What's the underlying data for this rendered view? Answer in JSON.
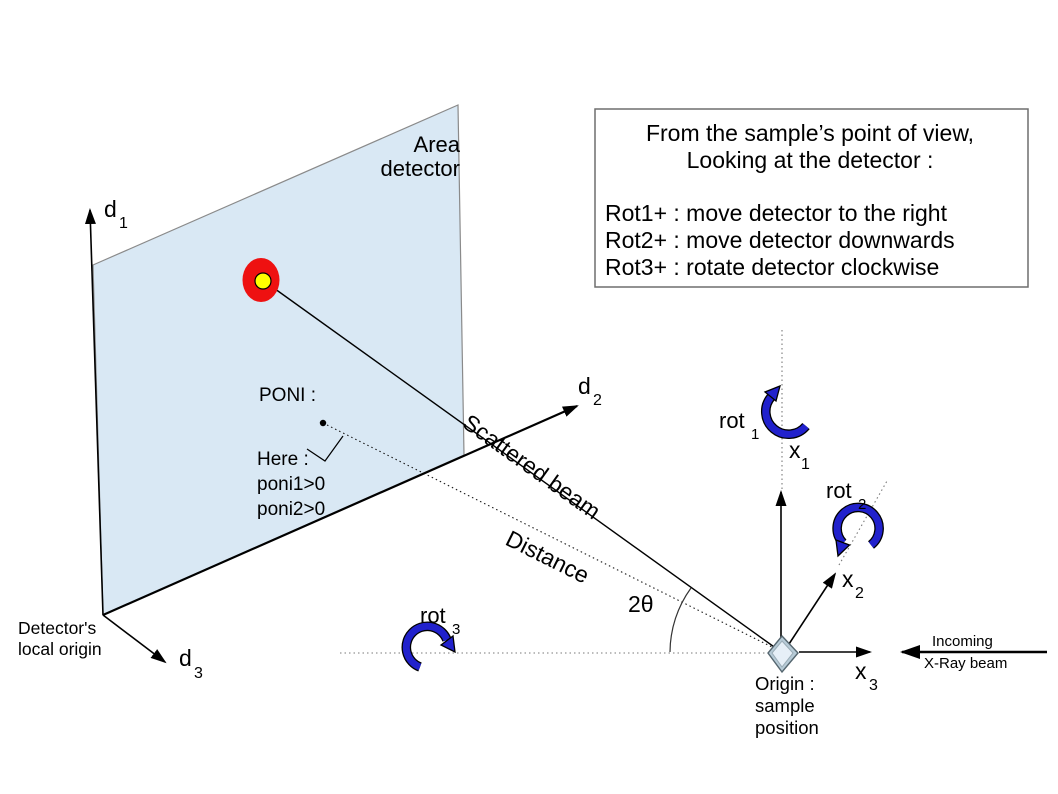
{
  "info_box": {
    "line1": "From the sample’s point of view,",
    "line2": "Looking at the detector :",
    "rot1_desc": "Rot1+ : move detector to the right",
    "rot2_desc": "Rot2+ : move detector downwards",
    "rot3_desc": "Rot3+ : rotate detector clockwise"
  },
  "detector": {
    "area_line1": "Area",
    "area_line2": "detector",
    "origin_line1": "Detector's",
    "origin_line2": "local origin"
  },
  "poni": {
    "title": "PONI :",
    "here": "Here :",
    "cond1": "poni1>0",
    "cond2": "poni2>0"
  },
  "axes": {
    "d1": {
      "base": "d",
      "sub": "1"
    },
    "d2": {
      "base": "d",
      "sub": "2"
    },
    "d3": {
      "base": "d",
      "sub": "3"
    },
    "x1": {
      "base": "x",
      "sub": "1"
    },
    "x2": {
      "base": "x",
      "sub": "2"
    },
    "x3": {
      "base": "x",
      "sub": "3"
    }
  },
  "rotations": {
    "rot1": {
      "base": "rot",
      "sub": "1"
    },
    "rot2": {
      "base": "rot",
      "sub": "2"
    },
    "rot3": {
      "base": "rot",
      "sub": "3"
    }
  },
  "beam": {
    "scattered": "Scattered beam",
    "distance": "Distance",
    "angle": "2θ",
    "incoming_line1": "Incoming",
    "incoming_line2": "X-Ray beam"
  },
  "origin": {
    "line1": "Origin :",
    "line2": "sample",
    "line3": "position"
  },
  "colors": {
    "detector_fill": "#d9e8f4",
    "rotation_blue": "#2121cc",
    "spot_red": "#ee1111",
    "spot_yellow": "#ffff00"
  }
}
